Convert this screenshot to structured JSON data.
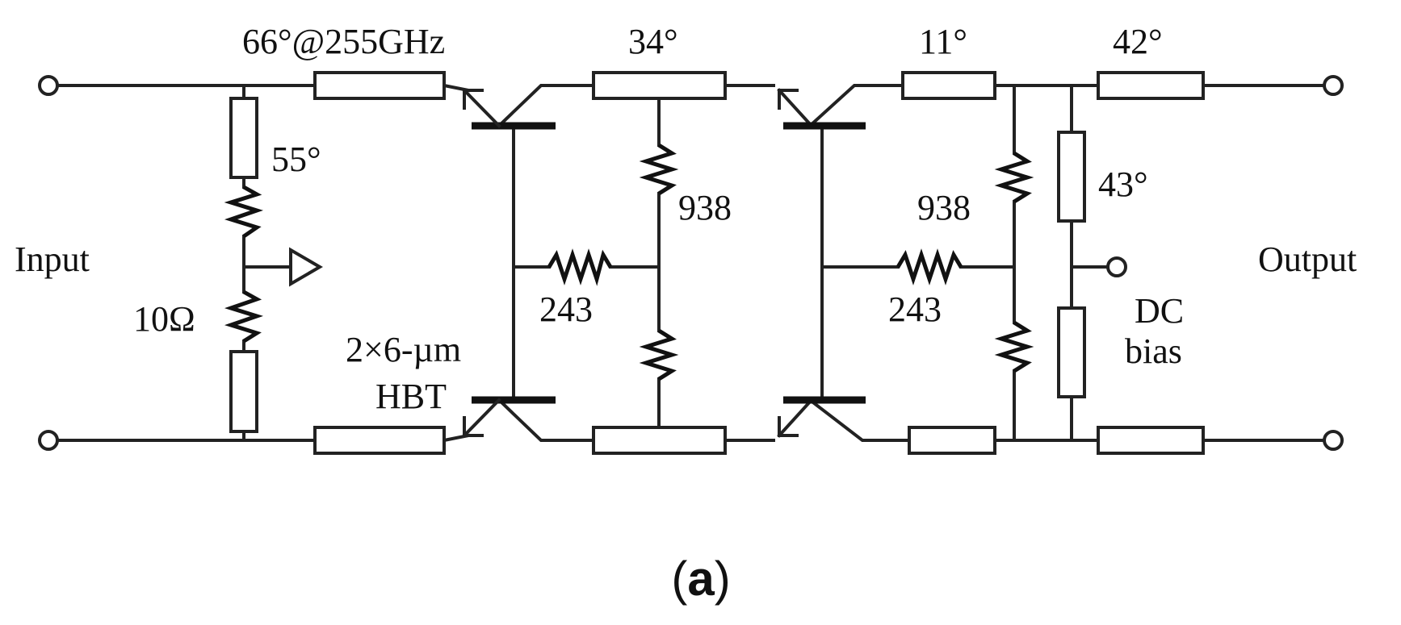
{
  "labels": {
    "tl_input": "66°@255GHz",
    "tl_inter": "34°",
    "tl_out1": "11°",
    "tl_out2": "42°",
    "stub_input": "55°",
    "stub_output": "43°",
    "res_input": "10Ω",
    "res_feedback_1": "938",
    "res_feedback_2": "938",
    "res_cross_1": "243",
    "res_cross_2": "243",
    "input": "Input",
    "output": "Output",
    "dc": "DC",
    "bias": "bias",
    "hbt_size": "2×6-µm",
    "hbt": "HBT"
  },
  "caption": {
    "open": "(",
    "letter": "a",
    "close": ")"
  }
}
